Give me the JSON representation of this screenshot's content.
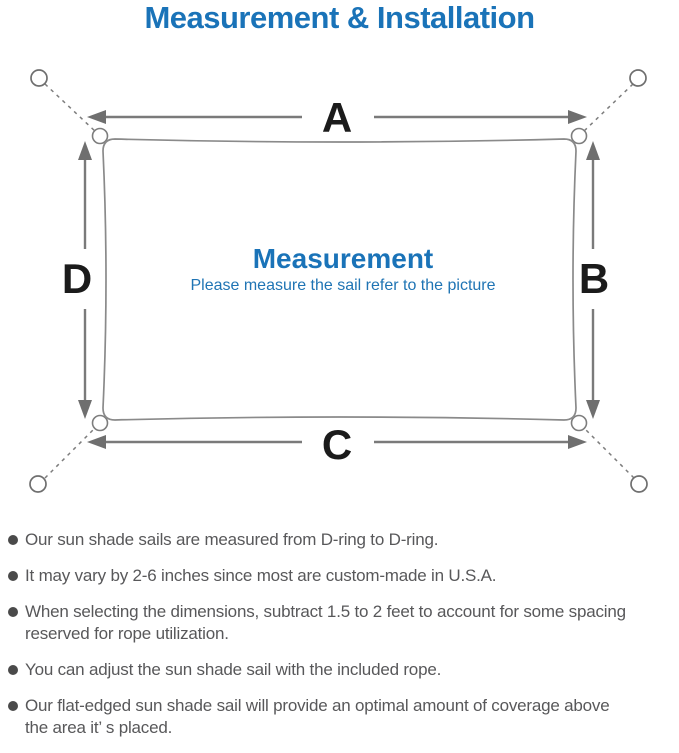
{
  "title": "Measurement & Installation",
  "diagram": {
    "labels": {
      "a": "A",
      "b": "B",
      "c": "C",
      "d": "D"
    },
    "center_title": "Measurement",
    "center_subtitle": "Please measure the sail refer to the picture"
  },
  "notes": [
    "Our sun shade sails are measured from D-ring to D-ring.",
    "It may vary by 2-6 inches since most are custom-made in U.S.A.",
    "When selecting the dimensions, subtract 1.5 to 2 feet to account for some spacing\nreserved for rope utilization.",
    "You can adjust the sun shade sail with the included rope.",
    "Our flat-edged sun shade sail will provide an optimal amount of coverage above\nthe area it’ s placed."
  ],
  "colors": {
    "accent_blue": "#1a73b8",
    "line_gray": "#8a8a8a",
    "arrow_gray": "#6f6f6f",
    "text_gray": "#58585a"
  }
}
